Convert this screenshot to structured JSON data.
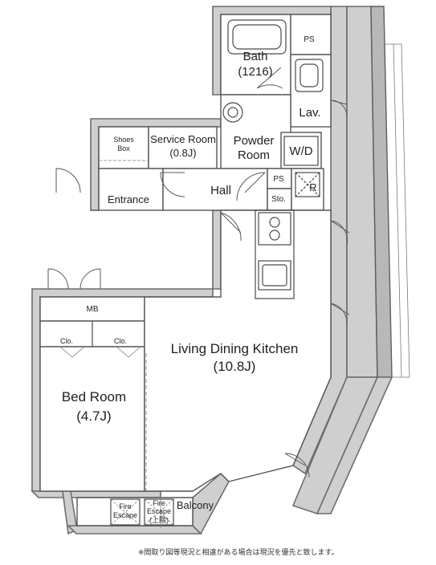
{
  "rooms": {
    "bath": "Bath",
    "bath_size": "(1216)",
    "ps_top": "PS",
    "lav": "Lav.",
    "shoes_box_1": "Shoes",
    "shoes_box_2": "Box",
    "service_room": "Service Room",
    "service_room_size": "(0.8J)",
    "powder_room_1": "Powder",
    "powder_room_2": "Room",
    "wd": "W/D",
    "ps_mid": "PS",
    "sto": "Sto.",
    "r_mark": "R",
    "entrance": "Entrance",
    "hall": "Hall",
    "mb": "MB",
    "clo_left": "Clo.",
    "clo_right": "Clo.",
    "ldk": "Living Dining Kitchen",
    "ldk_size": "(10.8J)",
    "bedroom": "Bed Room",
    "bedroom_size": "(4.7J)",
    "fire_escape_1a": "Fire",
    "fire_escape_1b": "Escape",
    "fire_escape_2a": "Fire",
    "fire_escape_2b": "Escape",
    "fire_escape_2c": "(上階)",
    "balcony": "Balcony"
  },
  "footnote": "※間取り図等現況と相違がある場合は現況を優先と致します。"
}
